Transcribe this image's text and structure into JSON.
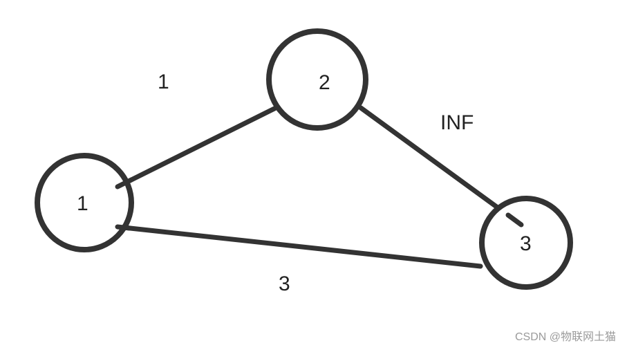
{
  "diagram": {
    "nodes": [
      {
        "id": "n1",
        "label": "1"
      },
      {
        "id": "n2",
        "label": "2"
      },
      {
        "id": "n3",
        "label": "3"
      }
    ],
    "edges": [
      {
        "id": "e12",
        "from": "n1",
        "to": "n2",
        "weight": "1"
      },
      {
        "id": "e23",
        "from": "n2",
        "to": "n3",
        "weight": "INF"
      },
      {
        "id": "e13",
        "from": "n1",
        "to": "n3",
        "weight": "3"
      }
    ]
  },
  "watermark": "CSDN @物联网土猫",
  "colors": {
    "stroke": "#333333",
    "text": "#222222",
    "watermark": "#9a9a9a"
  }
}
